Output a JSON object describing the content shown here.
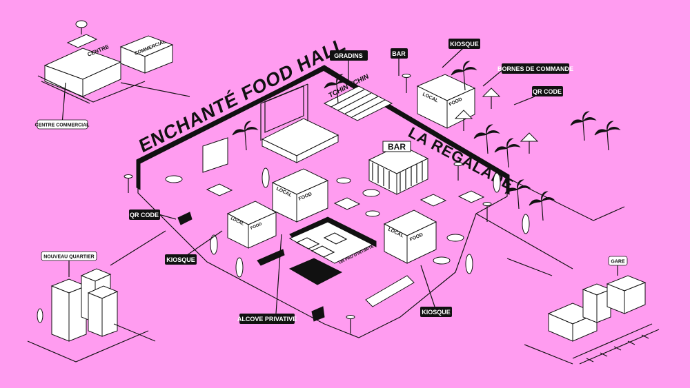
{
  "venue": {
    "name": "ENCHANTÉ FOOD HALL",
    "terrace_name": "LA RÉGALADE",
    "stage_banner": "TCHIN TCHIN",
    "bar_sign": "BAR",
    "alcove_banner": "UN PEU D'INTIMITÉ",
    "mall_sign_left": "CENTRE",
    "mall_sign_right": "COMMERCIAL",
    "kiosk_sign_left": "LOCAL",
    "kiosk_sign_right": "FOOD"
  },
  "callouts": {
    "gradins": "GRADINS",
    "bar": "BAR",
    "kiosque_top": "KIOSQUE",
    "bornes": "BORNES DE COMMANDE",
    "qr_code_right": "QR CODE",
    "qr_code_left": "QR CODE",
    "kiosque_left": "KIOSQUE",
    "alcove": "ALCOVE PRIVATIVE",
    "kiosque_bottom": "KIOSQUE"
  },
  "context_labels": {
    "centre_commercial": "CENTRE COMMERCIAL",
    "nouveau_quartier": "NOUVEAU QUARTIER",
    "gare": "GARE"
  },
  "colors": {
    "background": "#ff9cf0",
    "ink": "#111111",
    "white": "#ffffff"
  }
}
